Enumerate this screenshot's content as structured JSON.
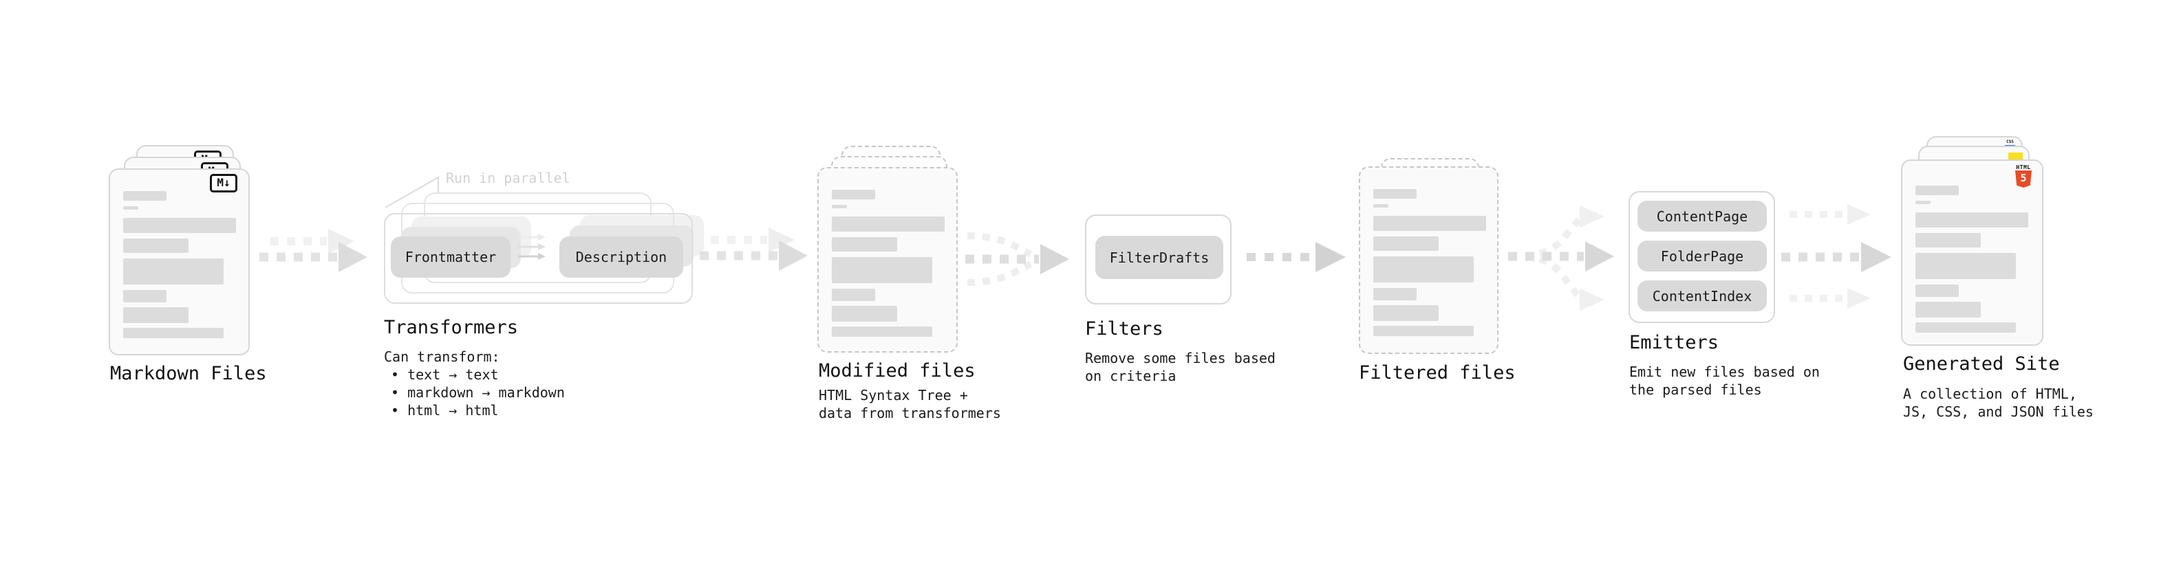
{
  "diagram": {
    "stages": {
      "markdown": {
        "label": "Markdown Files",
        "badge": "M↓"
      },
      "transformers": {
        "label": "Transformers",
        "annotation": "Run in parallel",
        "boxes": {
          "frontmatter": "Frontmatter",
          "description": "Description"
        },
        "sub": [
          "Can transform:",
          "• text → text",
          "• markdown → markdown",
          "• html → html"
        ]
      },
      "modified": {
        "label": "Modified files",
        "sub": [
          "HTML Syntax Tree +",
          "data from transformers"
        ]
      },
      "filters": {
        "label": "Filters",
        "boxes": {
          "filterdrafts": "FilterDrafts"
        },
        "sub": [
          "Remove some files based",
          "on criteria"
        ]
      },
      "filtered": {
        "label": "Filtered files"
      },
      "emitters": {
        "label": "Emitters",
        "boxes": {
          "contentpage": "ContentPage",
          "folderpage": "FolderPage",
          "contentindex": "ContentIndex"
        },
        "sub": [
          "Emit new files based on",
          "the parsed files"
        ]
      },
      "generated": {
        "label": "Generated Site",
        "badges": {
          "css": "CSS",
          "html": "HTML",
          "five": "5"
        },
        "sub": [
          "A collection of HTML,",
          "JS, CSS, and JSON files"
        ]
      }
    },
    "colors": {
      "card_bg": "#fafafa",
      "card_border": "#d6d6d6",
      "dashed_border": "#c6c6c6",
      "bar": "#dcdcdc",
      "box_bg": "#d9d9d9",
      "text": "#161616",
      "muted": "#d2d2d2",
      "arrow": "#e0e0e0",
      "arrow_light": "#f0f0f0",
      "html5_orange": "#e44d26",
      "js_yellow": "#f7df1e",
      "css_blue": "#2e6fe0"
    }
  }
}
